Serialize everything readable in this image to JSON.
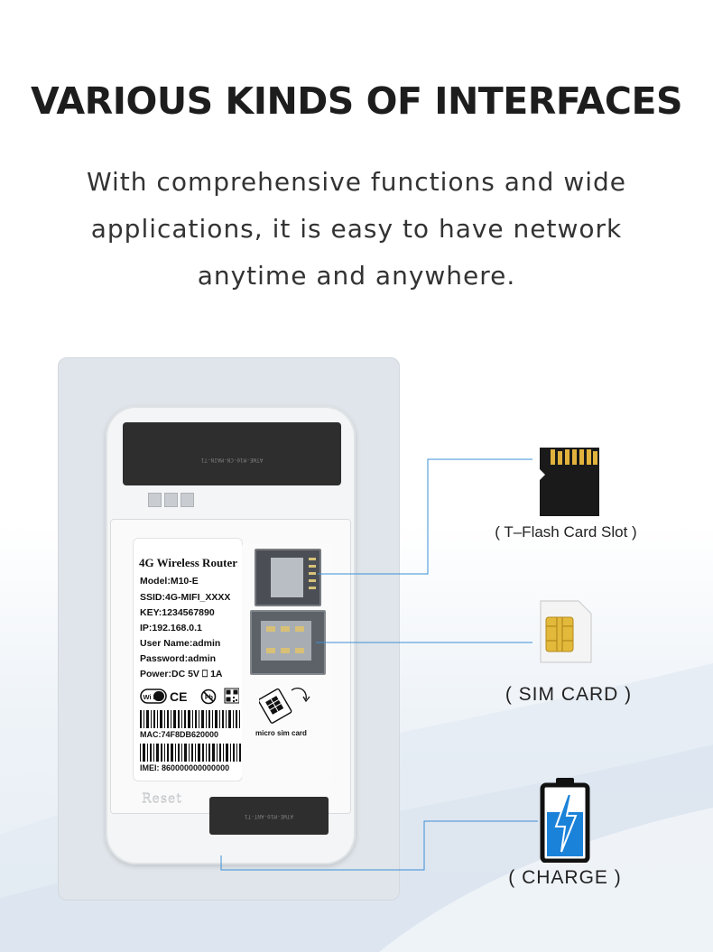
{
  "headline": "VARIOUS KINDS OF INTERFACES",
  "subheadline": {
    "line1": "With comprehensive functions and wide",
    "line2": "applications, it is easy to have network",
    "line3": "anytime and anywhere."
  },
  "device": {
    "battery_text": "ATWE-M10-CN-MAIN-T1",
    "antenna_text": "ATWE-M10-ANT-T1",
    "reset_label": "Reset",
    "label": {
      "title": "4G Wireless Router",
      "model": "Model:M10-E",
      "ssid": "SSID:4G-MIFI_XXXX",
      "key": "KEY:1234567890",
      "ip": "IP:192.168.0.1",
      "user_name": "User Name:admin",
      "password": "Password:admin",
      "power": "Power:DC 5V ⎕ 1A",
      "wifi_badge": "Wi Fi",
      "ce_mark": "CE",
      "mac": "MAC:74F8DB620000",
      "imei": "IMEI: 860000000000000",
      "micro_sim": "micro sim card"
    }
  },
  "features": [
    {
      "id": "tflash",
      "label": "( T–Flash Card Slot )",
      "icon": "micro-sd-card-icon"
    },
    {
      "id": "sim",
      "label": "( SIM  CARD )",
      "icon": "sim-card-icon"
    },
    {
      "id": "charge",
      "label": "( CHARGE )",
      "icon": "battery-charge-icon"
    }
  ],
  "colors": {
    "connector": "#3d8fd6",
    "battery_fill": "#1b82d9",
    "panel": "#dfe5ea"
  }
}
